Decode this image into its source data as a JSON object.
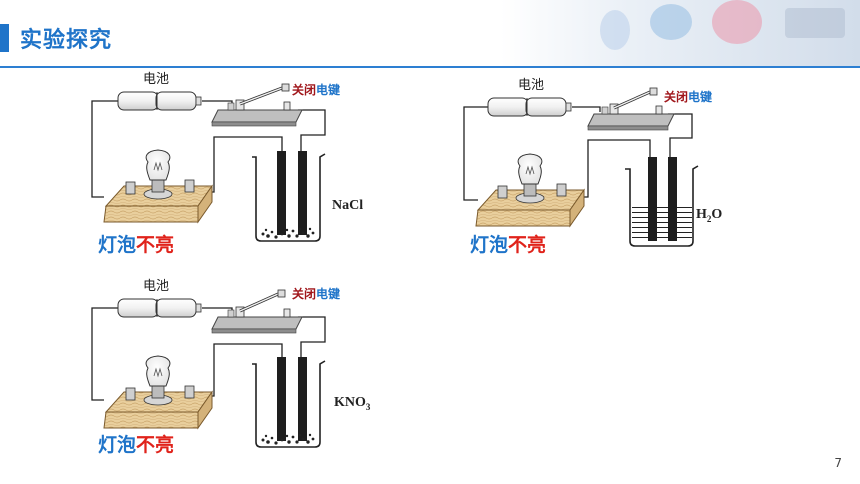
{
  "header": {
    "title": "实验探究"
  },
  "page_number": "7",
  "panels": [
    {
      "battery_label": "电池",
      "switch_label_a": "关闭",
      "switch_label_b": "电键",
      "solution_label": "NaCl",
      "result_a": "灯泡",
      "result_b": "不亮"
    },
    {
      "battery_label": "电池",
      "switch_label_a": "关闭",
      "switch_label_b": "电键",
      "solution_label_main": "H",
      "solution_label_sub": "2",
      "solution_label_tail": "O",
      "result_a": "灯泡",
      "result_b": "不亮"
    },
    {
      "battery_label": "电池",
      "switch_label_a": "关闭",
      "switch_label_b": "电键",
      "solution_label_main": "KNO",
      "solution_label_sub": "3",
      "result_a": "灯泡",
      "result_b": "不亮"
    }
  ],
  "colors": {
    "accent": "#1f74c9",
    "red": "#e0231b",
    "dark_red": "#a0161b",
    "wood": "#e9cf9d"
  }
}
